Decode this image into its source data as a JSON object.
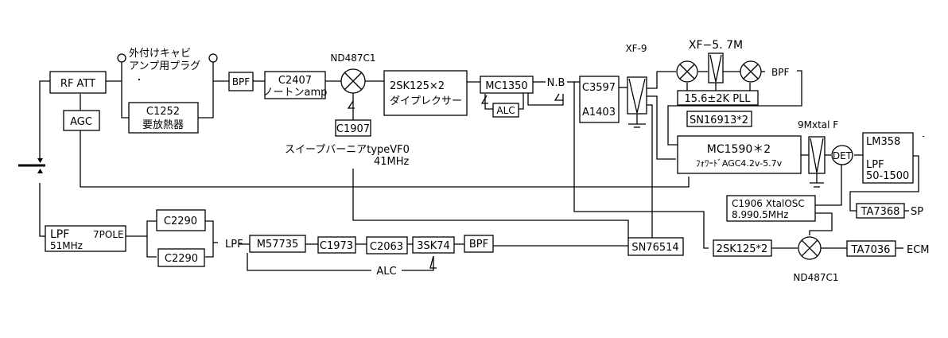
{
  "diagram": {
    "type": "radio block diagram",
    "blocks": {
      "rf_att": "RF ATT",
      "agc": "AGC",
      "ext_plug_1": "外付けキャビ",
      "ext_plug_2": "アンプ用プラグ",
      "c1252_1": "C1252",
      "c1252_2": "要放熱器",
      "bpf1": "BPF",
      "c2407_1": "C2407",
      "c2407_2": "ノートンamp",
      "mixer1_label": "ND487C1",
      "c1907": "C1907",
      "vfo_1": "スイープバーニアtypeVF0",
      "vfo_2": "41MHz",
      "dpx_1": "2SK125×2",
      "dpx_2": "ダイプレクサー",
      "mc1350": "MC1350",
      "alc1": "ALC",
      "nb": "N.B",
      "c3597": "C3597",
      "a1403": "A1403",
      "xf9": "XF-9",
      "xf57": "XF−5. 7M",
      "bpf_right": "BPF",
      "pll": "15.6±2K PLL",
      "sn16913": "SN16913*2",
      "xtalf": "9Mxtal F",
      "mc1590_1": "MC1590＊2",
      "mc1590_2": "ﾌｫﾜｰﾄﾞAGC4.2v-5.7v",
      "det": "DET",
      "lm358_1": "LM358",
      "lm358_2": "LPF",
      "lm358_3": "50-1500",
      "ta7368": "TA7368",
      "sp": "SP",
      "c1906_1": "C1906 XtalOSC",
      "c1906_2": "8.990.5MHz",
      "sk125x2": "2SK125*2",
      "mixer2_label": "ND487C1",
      "ta7036": "TA7036",
      "ecm": "ECM",
      "lpf7_1": "LPF",
      "lpf7_pole": "7POLE",
      "lpf7_2": "51MHz",
      "c2290a": "C2290",
      "c2290b": "C2290",
      "lpf_mid": "LPF",
      "m57735": "M57735",
      "c1973": "C1973",
      "c2063": "C2063",
      "sk74": "3SK74",
      "bpf2": "BPF",
      "alc2": "ALC",
      "sn76514": "SN76514"
    }
  }
}
